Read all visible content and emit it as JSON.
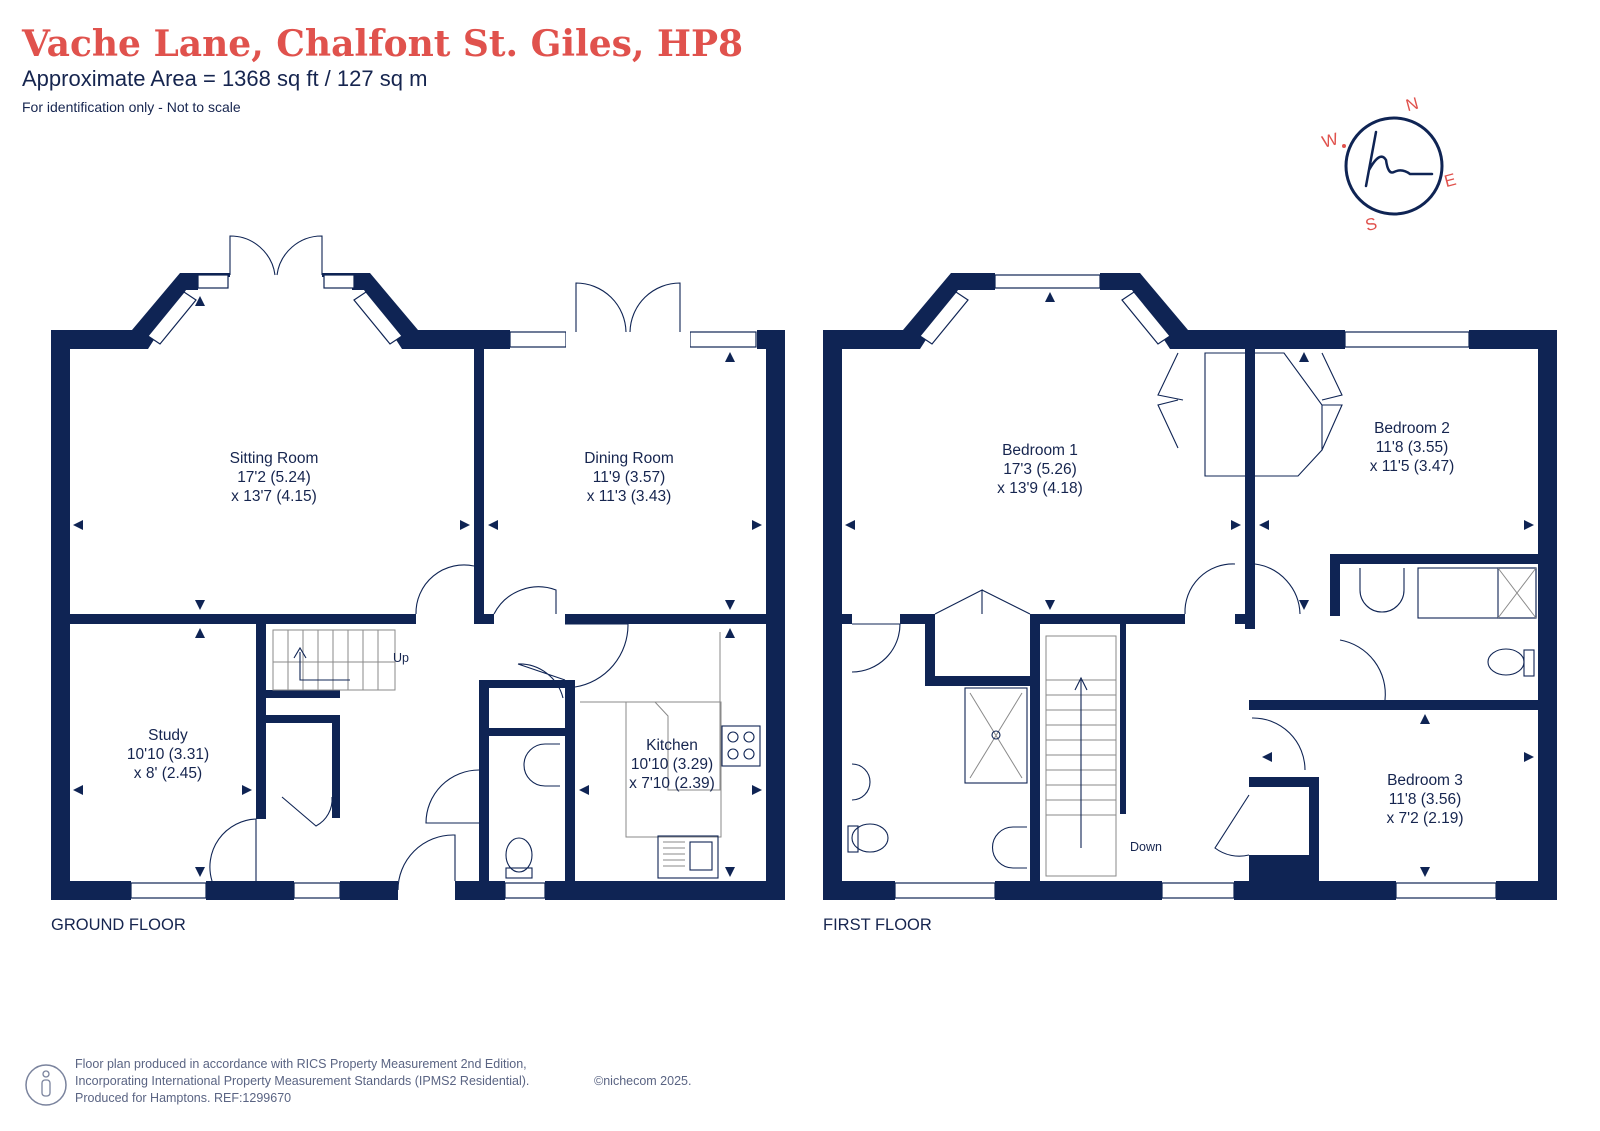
{
  "header": {
    "title": "Vache Lane, Chalfont St. Giles, HP8",
    "area": "Approximate Area = 1368 sq ft / 127 sq m",
    "note": "For identification only - Not to scale"
  },
  "compass": {
    "n": "N",
    "e": "E",
    "s": "S",
    "w": "W"
  },
  "ground_floor": {
    "label": "GROUND FLOOR",
    "rooms": {
      "sitting": {
        "name": "Sitting Room",
        "dim1": "17'2 (5.24)",
        "dim2": "x 13'7 (4.15)"
      },
      "dining": {
        "name": "Dining Room",
        "dim1": "11'9 (3.57)",
        "dim2": "x 11'3 (3.43)"
      },
      "study": {
        "name": "Study",
        "dim1": "10'10 (3.31)",
        "dim2": "x 8' (2.45)"
      },
      "kitchen": {
        "name": "Kitchen",
        "dim1": "10'10 (3.29)",
        "dim2": "x 7'10 (2.39)"
      }
    },
    "stairs": "Up"
  },
  "first_floor": {
    "label": "FIRST FLOOR",
    "rooms": {
      "bed1": {
        "name": "Bedroom 1",
        "dim1": "17'3 (5.26)",
        "dim2": "x 13'9 (4.18)"
      },
      "bed2": {
        "name": "Bedroom 2",
        "dim1": "11'8 (3.55)",
        "dim2": "x 11'5 (3.47)"
      },
      "bed3": {
        "name": "Bedroom 3",
        "dim1": "11'8 (3.56)",
        "dim2": "x 7'2 (2.19)"
      }
    },
    "stairs": "Down"
  },
  "footer": {
    "line1": "Floor plan produced in accordance with RICS Property Measurement 2nd Edition,",
    "line2": "Incorporating International Property Measurement Standards (IPMS2 Residential).",
    "line3": "Produced for Hamptons.  REF:1299670",
    "copyright": "©nichecom 2025."
  },
  "colors": {
    "accent": "#e0524d",
    "wall": "#0f2454",
    "text": "#16254f"
  }
}
